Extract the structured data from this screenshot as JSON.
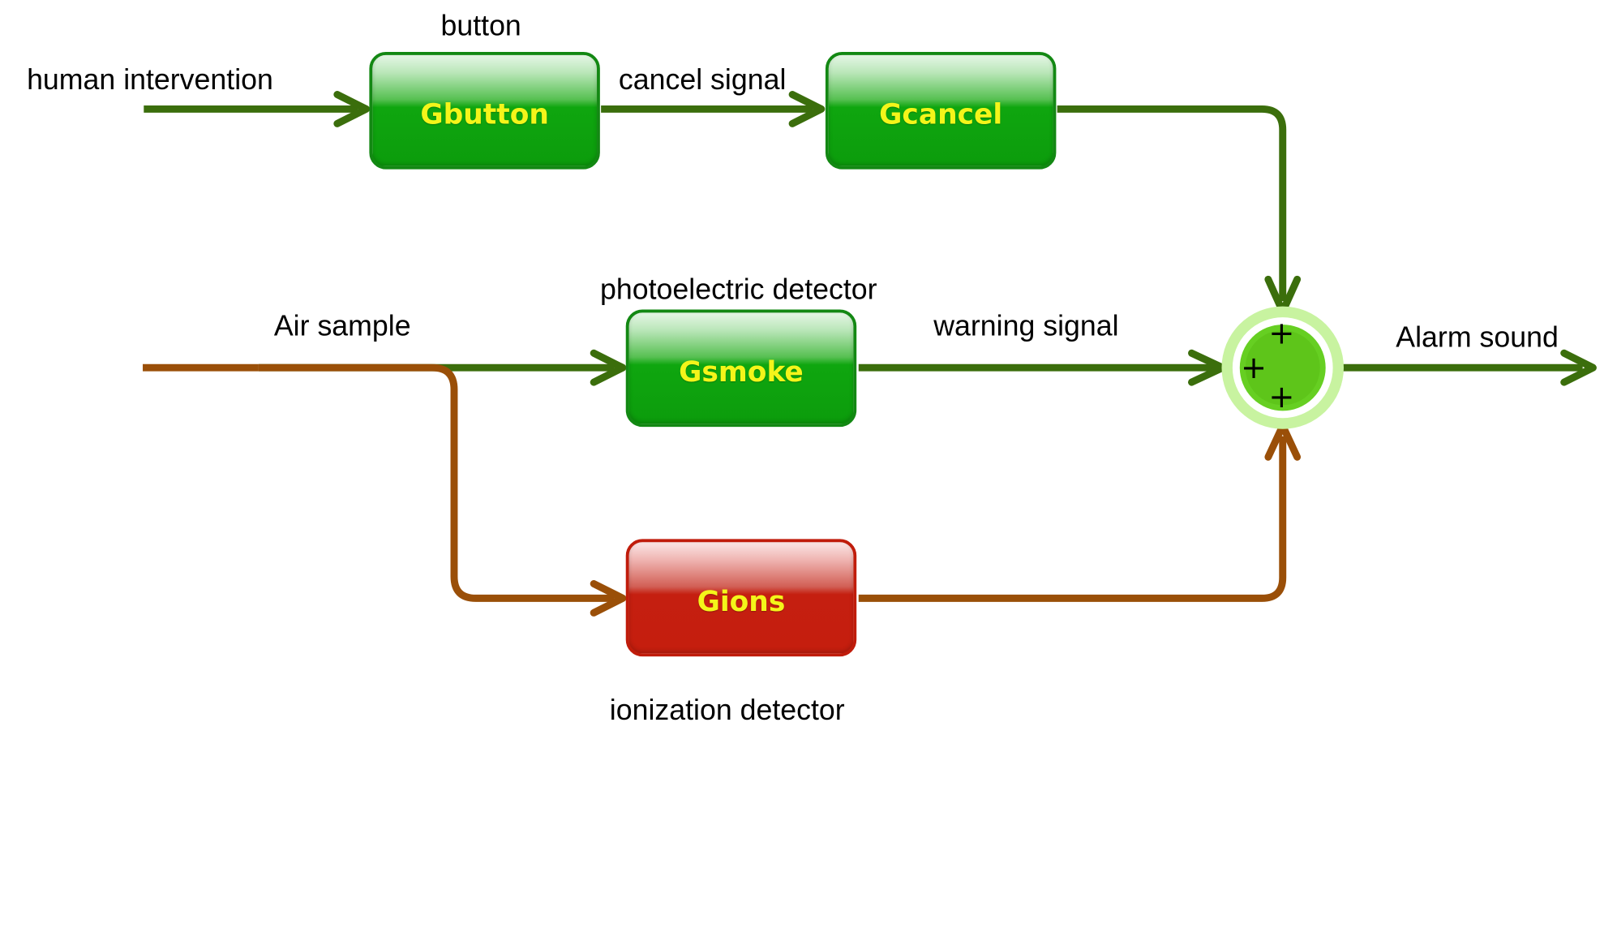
{
  "labels": {
    "human_intervention": "human intervention",
    "button": "button",
    "cancel_signal": "cancel signal",
    "photoelectric_detector": "photoelectric detector",
    "air_sample": "Air sample",
    "warning_signal": "warning signal",
    "alarm_sound": "Alarm sound",
    "ionization_detector": "ionization detector"
  },
  "blocks": {
    "gbutton": "Gbutton",
    "gcancel": "Gcancel",
    "gsmoke": "Gsmoke",
    "gions": "Gions"
  },
  "summing_junction": {
    "signs": [
      "+",
      "+",
      "+"
    ]
  },
  "colors": {
    "green_wire": "#3b6e0c",
    "brown_wire": "#9a4f08",
    "block_green": "#0c9c0c",
    "block_red": "#c51e0e",
    "block_label": "#f4f51a",
    "junction_outer": "#c8f3a0",
    "junction_inner": "#5ec51a"
  }
}
